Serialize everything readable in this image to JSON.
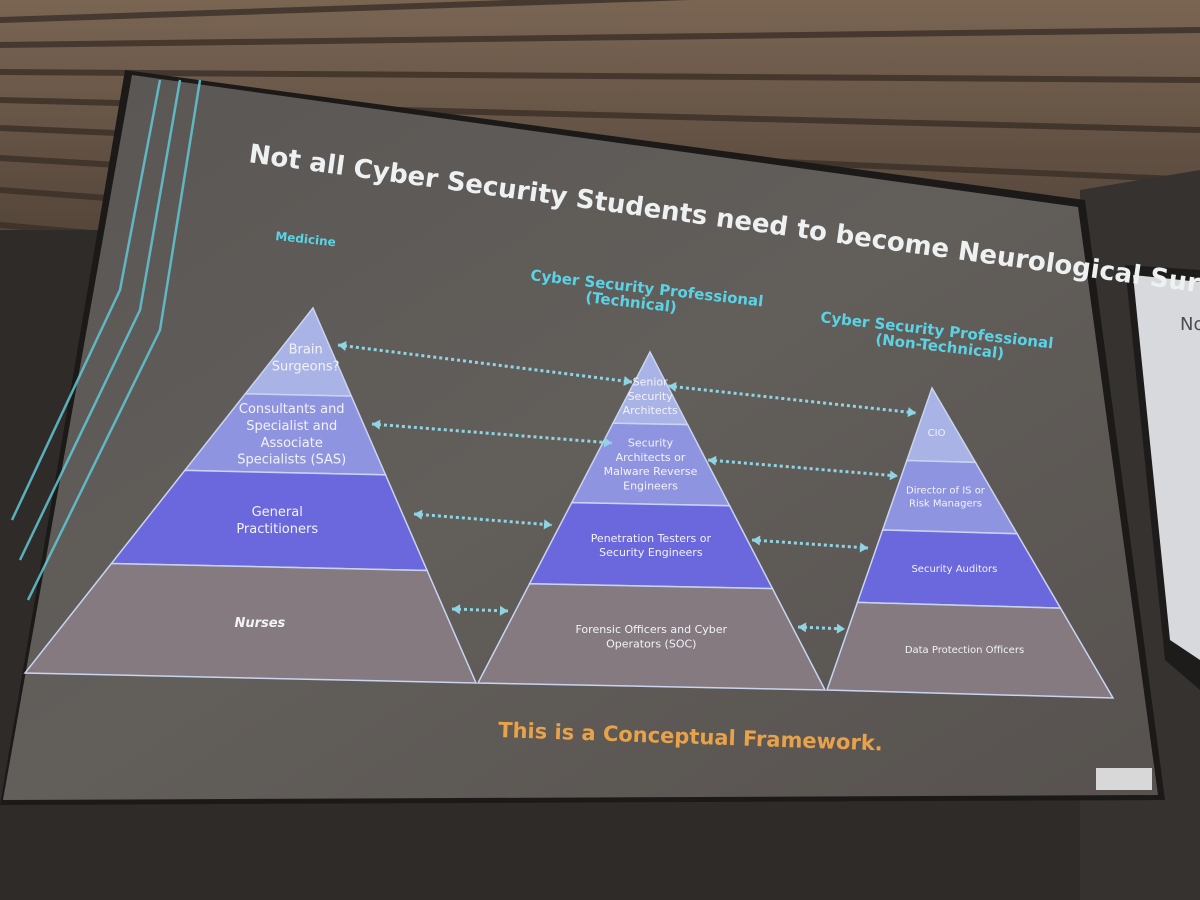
{
  "slide": {
    "title": "Not all Cyber Security Students need to become Neurological Surgeons",
    "footer": "This is a Conceptual Framework."
  },
  "pyramids": [
    {
      "heading": [
        "Medicine"
      ],
      "levels": [
        {
          "lines": [
            "Brain",
            "Surgeons?"
          ]
        },
        {
          "lines": [
            "Consultants and",
            "Specialist and",
            "Associate",
            "Specialists (SAS)"
          ]
        },
        {
          "lines": [
            "General",
            "Practitioners"
          ]
        },
        {
          "lines": [
            "Nurses"
          ]
        }
      ]
    },
    {
      "heading": [
        "Cyber Security Professional",
        "(Technical)"
      ],
      "levels": [
        {
          "lines": [
            "Senior",
            "Security",
            "Architects"
          ]
        },
        {
          "lines": [
            "Security",
            "Architects or",
            "Malware Reverse",
            "Engineers"
          ]
        },
        {
          "lines": [
            "Penetration Testers or",
            "Security Engineers"
          ]
        },
        {
          "lines": [
            "Forensic Officers and Cyber",
            "Operators (SOC)"
          ]
        }
      ]
    },
    {
      "heading": [
        "Cyber Security Professional",
        "(Non-Technical)"
      ],
      "levels": [
        {
          "lines": [
            "CIO"
          ]
        },
        {
          "lines": [
            "Director of IS or",
            "Risk Managers"
          ]
        },
        {
          "lines": [
            "Security Auditors"
          ]
        },
        {
          "lines": [
            "Data Protection Officers"
          ]
        }
      ]
    }
  ],
  "colors": {
    "heading": "#5ad3e6",
    "title": "#eef1f2",
    "footer": "#e7a24a",
    "level1": "#a9b3e6",
    "level2": "#8f94e0",
    "level3": "#6a68dc",
    "level4": "#847a80",
    "arrow": "#8fd4e4",
    "screen": "#5c5855",
    "ceiling": "#6b5a4a"
  }
}
